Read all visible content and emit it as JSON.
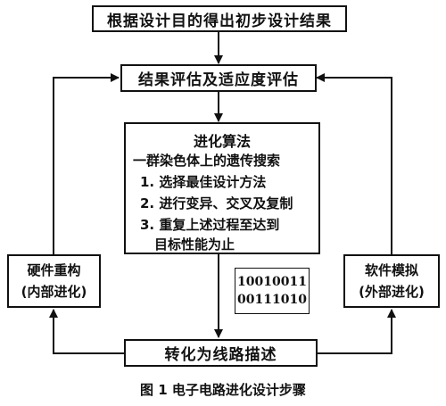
{
  "top_box": "根据设计目的得出初步设计结果",
  "eval_box": "结果评估及适应度评估",
  "algorithm": {
    "title": "进化算法",
    "subtitle": "一群染色体上的遗传搜索",
    "steps": [
      "1. 选择最佳设计方法",
      "2. 进行变异、交叉及复制",
      "3. 重复上述过程至达到",
      "目标性能为止"
    ]
  },
  "left_box": {
    "line1": "硬件重构",
    "line2": "(内部进化)"
  },
  "right_box": {
    "line1": "软件模拟",
    "line2": "(外部进化)"
  },
  "chromosomes": [
    "10010011",
    "00111010"
  ],
  "bottom_box": "转化为线路描述",
  "caption": "图 1  电子电路进化设计步骤"
}
